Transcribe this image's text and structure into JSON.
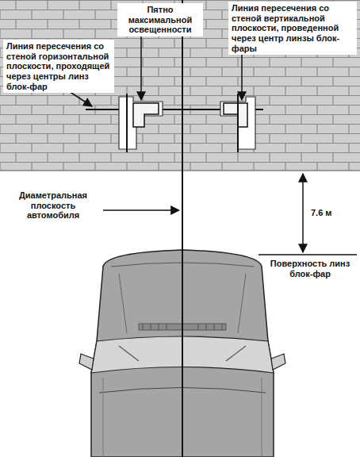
{
  "diagram": {
    "labels": [
      "Пятно максимальной освещенности",
      "Линия пересечения со стеной горизонтальной плоскости, проходящей через центры линз блок-фар",
      "Линия пересечения со стеной вертикальной плоскости, проведенной через центр линзы блок-фары",
      "Диаметральная плоскость автомобиля",
      "7.6 м",
      "Поверхность линз блок-фар"
    ]
  }
}
